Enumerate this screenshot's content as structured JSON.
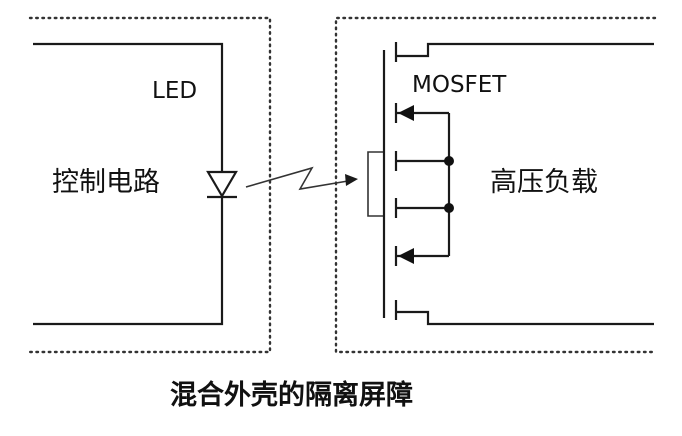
{
  "labels": {
    "led": "LED",
    "mosfet": "MOSFET",
    "control_circuit": "控制电路",
    "high_voltage_load": "高压负载",
    "caption": "混合外壳的隔离屏障"
  }
}
